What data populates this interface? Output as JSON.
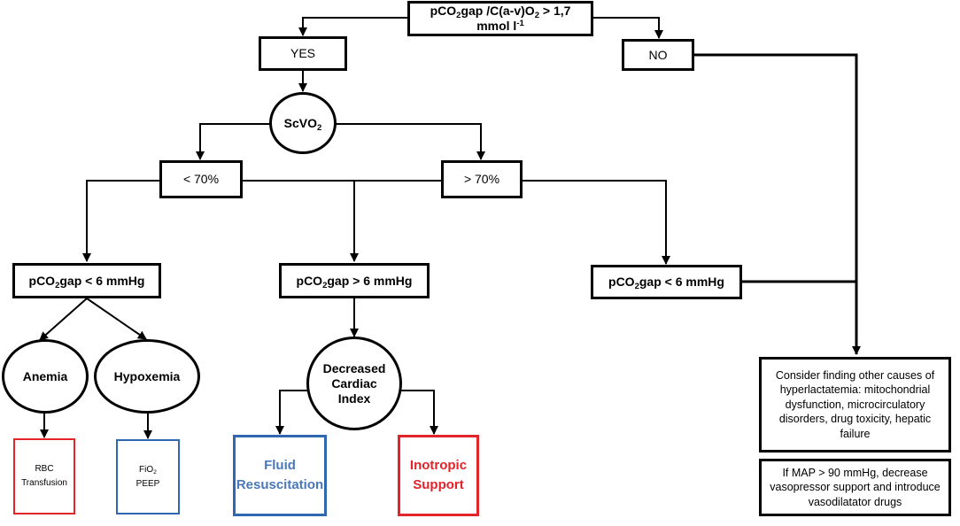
{
  "nodes": {
    "top_ratio": {
      "p1": "pCO",
      "sub1": "2",
      "p2": "gap /C(a-v)O",
      "sub2": "2",
      "p3": " > 1,7",
      "p4": "mmol l",
      "sup1": "-1"
    },
    "yes": "YES",
    "no": "NO",
    "scvo2": {
      "p1": "ScVO",
      "sub1": "2"
    },
    "lt70": "< 70%",
    "gt70": "> 70%",
    "gap_lt_left": {
      "p1": "pCO",
      "sub1": "2",
      "p2": "gap < 6 mmHg"
    },
    "gap_gt_mid": {
      "p1": "pCO",
      "sub1": "2",
      "p2": "gap > 6 mmHg"
    },
    "gap_lt_right": {
      "p1": "pCO",
      "sub1": "2",
      "p2": "gap < 6 mmHg"
    },
    "anemia": "Anemia",
    "hypoxemia": "Hypoxemia",
    "decreased_ci": {
      "line1": "Decreased",
      "line2": "Cardiac",
      "line3": "Index"
    },
    "rbc": {
      "line1": "RBC",
      "line2": "Transfusion"
    },
    "fio2_peep": {
      "p1": "FiO",
      "sub1": "2",
      "line2": "PEEP"
    },
    "fluid": {
      "line1": "Fluid",
      "line2": "Resuscitation"
    },
    "inotropic": {
      "line1": "Inotropic",
      "line2": "Support"
    },
    "other_causes": "Consider finding other causes of hyperlactatemia: mitochondrial dysfunction, microcirculatory disorders, drug toxicity, hepatic failure",
    "map_note": "If MAP > 90 mmHg, decrease vasopressor support and introduce vasodilatator drugs"
  },
  "colors": {
    "line": "#000000",
    "red_box": "#e2242b",
    "blue_box": "#2f68b0",
    "fluid_text": "#4a78b8",
    "inotropic_text": "#e3222a"
  }
}
